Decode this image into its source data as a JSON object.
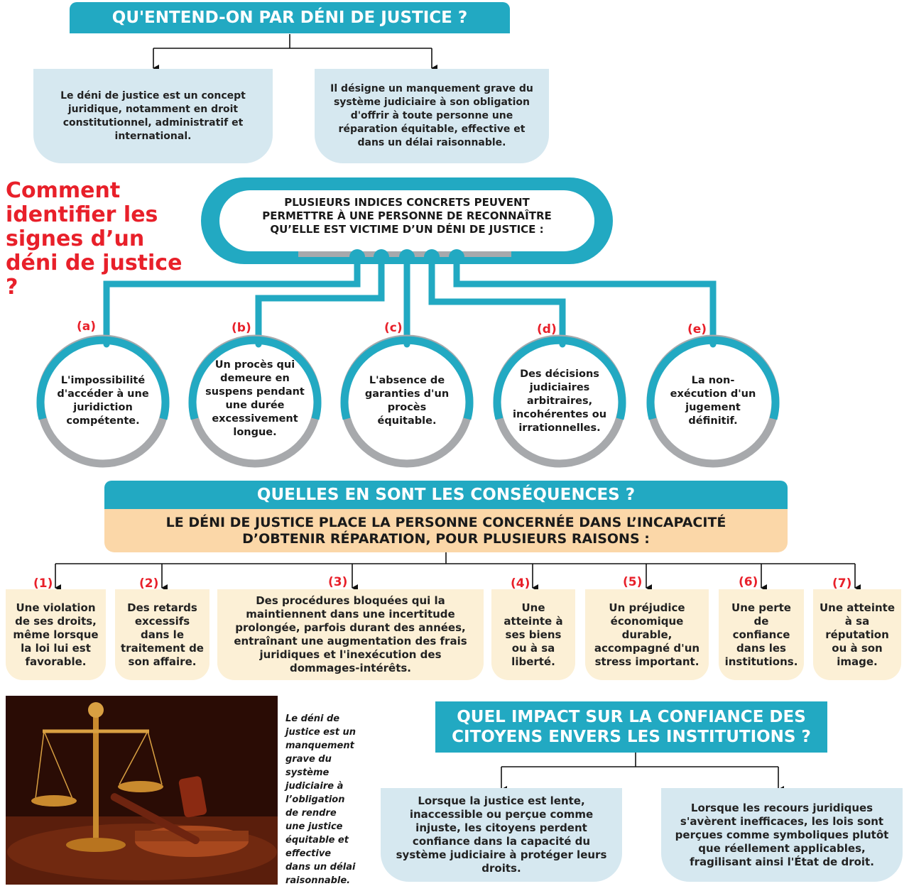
{
  "section1": {
    "title": "QU'ENTEND-ON PAR DÉNI DE JUSTICE ?",
    "left_text": "Le déni de justice est un concept juridique, notamment en droit constitutionnel, administratif et international.",
    "right_text": "Il désigne un manquement grave du système judiciaire à son obligation d'offrir à toute personne une réparation équitable, effective et dans un délai raisonnable."
  },
  "section2": {
    "question": "Comment identifier les signes d’un déni de justice ?",
    "oval_text": "PLUSIEURS INDICES CONCRETS PEUVENT PERMETTRE À UNE PERSONNE DE RECONNAÎTRE QU’ELLE EST VICTIME D’UN DÉNI DE JUSTICE :",
    "signs": [
      {
        "letter": "(a)",
        "text": "L'impossibilité d'accéder à une juridiction compétente."
      },
      {
        "letter": "(b)",
        "text": "Un procès qui demeure en suspens pendant une durée excessivement longue."
      },
      {
        "letter": "(c)",
        "text": "L'absence de garanties d'un procès équitable."
      },
      {
        "letter": "(d)",
        "text": "Des décisions judiciaires arbitraires, incohérentes ou irrationnelles."
      },
      {
        "letter": "(e)",
        "text": "La non-exécution d'un jugement définitif."
      }
    ]
  },
  "section3": {
    "title": "QUELLES EN SONT LES CONSÉQUENCES ?",
    "subtitle": "LE DÉNI DE JUSTICE PLACE LA PERSONNE CONCERNÉE DANS L’INCAPACITÉ D’OBTENIR RÉPARATION, POUR PLUSIEURS RAISONS :",
    "reasons": [
      {
        "num": "(1)",
        "text": "Une violation de ses droits, même lorsque la loi lui est favorable."
      },
      {
        "num": "(2)",
        "text": "Des retards excessifs dans le traitement de son affaire."
      },
      {
        "num": "(3)",
        "text": "Des procédures bloquées qui la maintiennent dans une incertitude prolongée, parfois durant des années, entraînant une augmentation des frais juridiques et l'inexécution des dommages-intérêts."
      },
      {
        "num": "(4)",
        "text": "Une atteinte à ses biens ou à sa liberté."
      },
      {
        "num": "(5)",
        "text": "Un préjudice économique durable, accompagné d'un stress important."
      },
      {
        "num": "(6)",
        "text": "Une perte de confiance dans les institutions."
      },
      {
        "num": "(7)",
        "text": "Une atteinte à sa réputation ou à son image."
      }
    ]
  },
  "section4": {
    "caption": "Le déni de justice est un manquement grave du système judiciaire à l’obligation de rendre une justice équitable et effective dans un délai raisonnable.",
    "title": "QUEL IMPACT SUR LA CONFIANCE DES CITOYENS ENVERS LES INSTITUTIONS ?",
    "left_text": "Lorsque la justice est lente, inaccessible ou perçue comme injuste, les citoyens perdent confiance dans la capacité du système judiciaire à protéger leurs droits.",
    "right_text": "Lorsque les recours juridiques s'avèrent inefficaces, les lois sont perçues comme symboliques plutôt que réellement applicables, fragilisant ainsi l'État de droit."
  },
  "colors": {
    "teal": "#22a9c2",
    "light_blue": "#d6e8f0",
    "cream": "#fcf0d6",
    "peach": "#fbd7a8",
    "red": "#e8202a",
    "grey": "#a7a9ac"
  }
}
